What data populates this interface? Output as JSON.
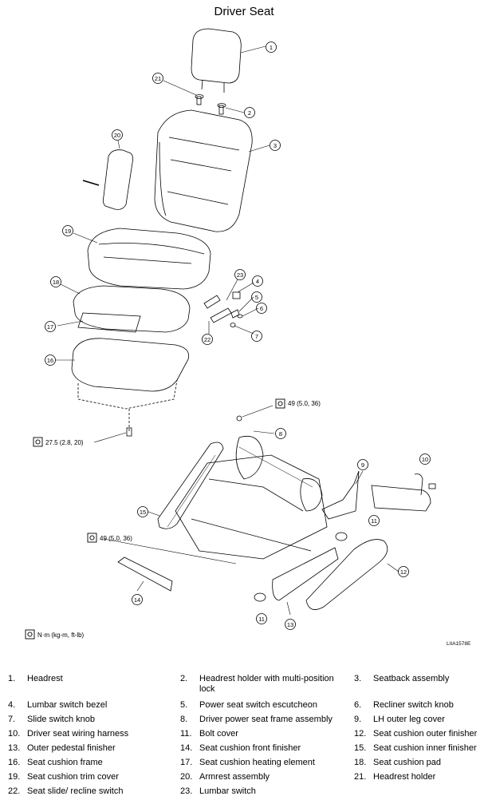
{
  "title": "Driver Seat",
  "figure_code": "LIIA1578E",
  "torque_specs": {
    "upper_bolt": "49 (5.0, 36)",
    "cushion_bolt": "27.5 (2.8, 20)",
    "lower_bolt": "49 (5.0, 36)",
    "unit_note": "N·m (kg-m, ft-lb)"
  },
  "callouts": [
    "1",
    "2",
    "3",
    "4",
    "5",
    "6",
    "7",
    "8",
    "9",
    "10",
    "11",
    "11",
    "12",
    "13",
    "14",
    "15",
    "16",
    "17",
    "18",
    "19",
    "20",
    "21",
    "22",
    "23"
  ],
  "legend": [
    {
      "num": "1.",
      "text": "Headrest"
    },
    {
      "num": "2.",
      "text": "Headrest holder with multi-position lock"
    },
    {
      "num": "3.",
      "text": "Seatback assembly"
    },
    {
      "num": "4.",
      "text": "Lumbar switch bezel"
    },
    {
      "num": "5.",
      "text": "Power seat switch escutcheon"
    },
    {
      "num": "6.",
      "text": "Recliner switch knob"
    },
    {
      "num": "7.",
      "text": "Slide switch knob"
    },
    {
      "num": "8.",
      "text": "Driver power seat frame assembly"
    },
    {
      "num": "9.",
      "text": "LH outer leg cover"
    },
    {
      "num": "10.",
      "text": "Driver seat wiring harness"
    },
    {
      "num": "11.",
      "text": "Bolt cover"
    },
    {
      "num": "12.",
      "text": "Seat cushion outer finisher"
    },
    {
      "num": "13.",
      "text": "Outer pedestal finisher"
    },
    {
      "num": "14.",
      "text": "Seat cushion front finisher"
    },
    {
      "num": "15.",
      "text": "Seat cushion inner finisher"
    },
    {
      "num": "16.",
      "text": "Seat cushion frame"
    },
    {
      "num": "17.",
      "text": "Seat cushion heating element"
    },
    {
      "num": "18.",
      "text": "Seat cushion pad"
    },
    {
      "num": "19.",
      "text": "Seat cushion trim cover"
    },
    {
      "num": "20.",
      "text": "Armrest assembly"
    },
    {
      "num": "21.",
      "text": "Headrest holder"
    },
    {
      "num": "22.",
      "text": "Seat slide/ recline switch"
    },
    {
      "num": "23.",
      "text": "Lumbar switch"
    }
  ]
}
